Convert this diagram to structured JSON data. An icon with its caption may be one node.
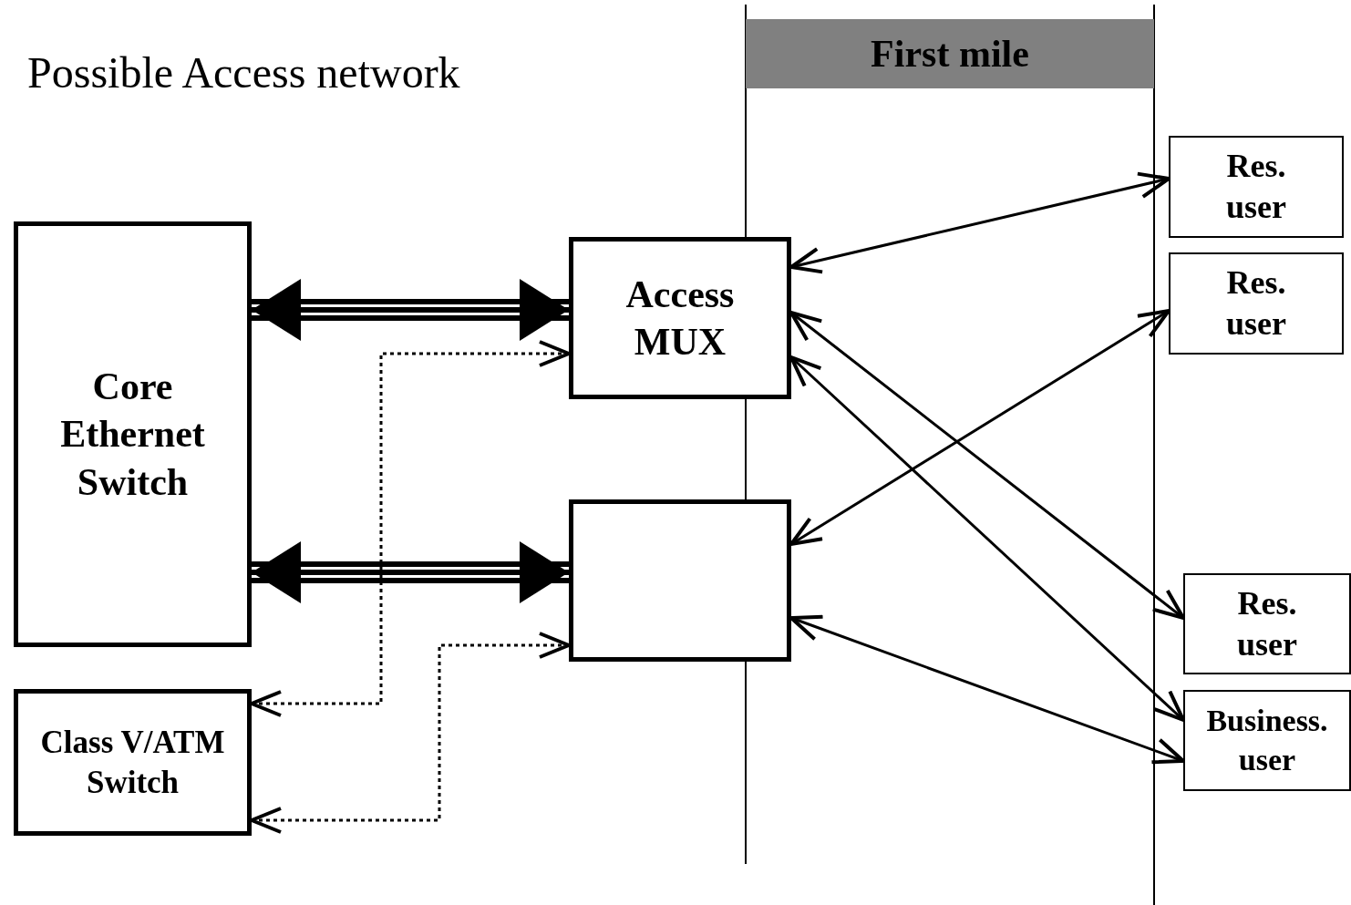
{
  "diagram": {
    "title": "Possible Access network",
    "nodes": [
      {
        "text": [
          "Core Ethernet Switch"
        ]
      },
      {
        "text": [
          "Class V/ATM Switch"
        ]
      },
      {
        "text": [
          "Access MUX"
        ]
      },
      {
        "text": [],
        "shape": "box"
      },
      {
        "text": [
          "Res. user"
        ]
      },
      {
        "text": [
          "Res. user"
        ]
      },
      {
        "text": [
          "Res. user"
        ]
      },
      {
        "text": [
          "Business. user"
        ]
      },
      {
        "text": [
          "First mile"
        ]
      }
    ],
    "edges": [
      {
        "from": 0,
        "to": 2,
        "arrow": "both",
        "style": "thick"
      },
      {
        "from": 0,
        "to": 3,
        "arrow": "both",
        "style": "thick"
      },
      {
        "from": 1,
        "to": 2,
        "arrow": "both",
        "style": "dashed"
      },
      {
        "from": 1,
        "to": 3,
        "arrow": "both",
        "style": "dashed"
      },
      {
        "from": 2,
        "to": 4,
        "arrow": "both"
      },
      {
        "from": 2,
        "to": 6,
        "arrow": "both"
      },
      {
        "from": 2,
        "to": 7,
        "arrow": "both"
      },
      {
        "from": 3,
        "to": 5,
        "arrow": "both"
      },
      {
        "from": 3,
        "to": 7,
        "arrow": "both"
      }
    ]
  }
}
